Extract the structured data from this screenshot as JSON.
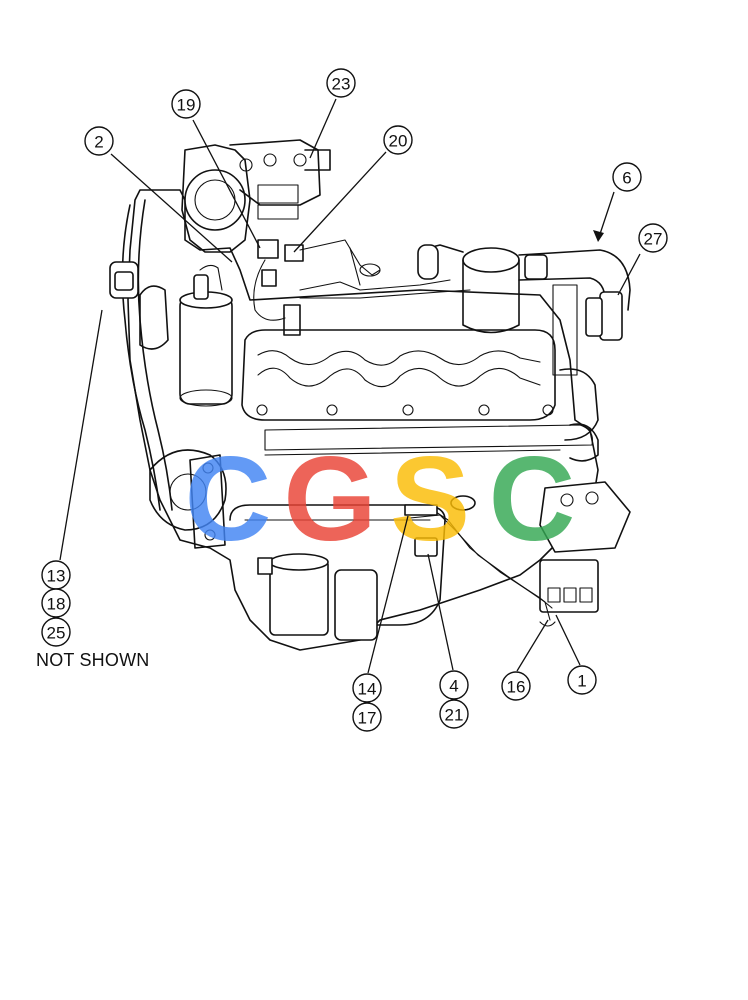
{
  "callouts": [
    {
      "id": "c23",
      "label": "23"
    },
    {
      "id": "c19",
      "label": "19"
    },
    {
      "id": "c2",
      "label": "2"
    },
    {
      "id": "c20",
      "label": "20"
    },
    {
      "id": "c6",
      "label": "6"
    },
    {
      "id": "c27",
      "label": "27"
    },
    {
      "id": "c13",
      "label": "13"
    },
    {
      "id": "c18",
      "label": "18"
    },
    {
      "id": "c25",
      "label": "25"
    },
    {
      "id": "c14",
      "label": "14"
    },
    {
      "id": "c17",
      "label": "17"
    },
    {
      "id": "c4",
      "label": "4"
    },
    {
      "id": "c21",
      "label": "21"
    },
    {
      "id": "c16",
      "label": "16"
    },
    {
      "id": "c1",
      "label": "1"
    }
  ],
  "note": "NOT SHOWN",
  "watermark": {
    "letters": [
      "C",
      "G",
      "S",
      "C"
    ],
    "colors": [
      "#4285F4",
      "#EA4335",
      "#FBBC05",
      "#34A853"
    ]
  }
}
